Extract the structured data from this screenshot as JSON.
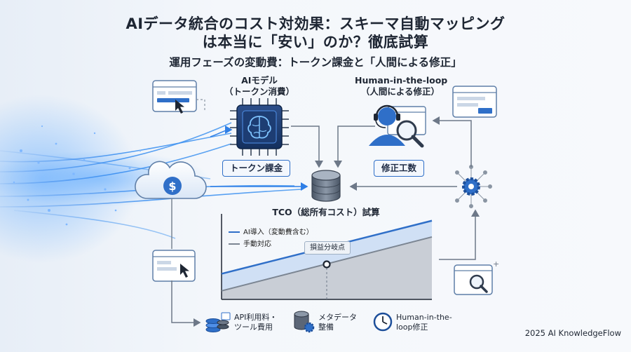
{
  "title_line1": "AIデータ統合のコスト対効果：スキーマ自動マッピング",
  "title_line2": "は本当に「安い」のか？徹底試算",
  "subtitle": "運用フェーズの変動費：トークン課金と「人間による修正」",
  "ai_model": {
    "line1": "AIモデル",
    "line2": "（トークン消費）",
    "chip": "トークン課金",
    "icon": "brain-chip-icon"
  },
  "human_loop": {
    "line1": "Human-in-the-loop",
    "line2": "（人間による修正）",
    "chip": "修正工数",
    "icon": "headset-operator-icon"
  },
  "tco_label": "TCO（総所有コスト）試算",
  "cloud_icon": "cloud-dollar-icon",
  "gear_icon": "gear-network-icon",
  "chart_data": {
    "type": "area",
    "series": [
      {
        "name": "AI導入（変動費含む）",
        "color": "#2f6fc8",
        "values": [
          0.3,
          0.92
        ]
      },
      {
        "name": "手動対応",
        "color": "#7b8592",
        "values": [
          0.1,
          0.73
        ]
      }
    ],
    "break_even_label": "損益分岐点",
    "axes_labeled": false
  },
  "footer": {
    "item1": {
      "line1": "API利用料・",
      "line2": "ツール費用",
      "icon": "coins-stack-icon"
    },
    "item2": {
      "line1": "メタデータ",
      "line2": "整備",
      "icon": "database-gear-icon"
    },
    "item3": {
      "line1": "Human-in-the-",
      "line2": "loop修正",
      "icon": "clock-icon"
    }
  },
  "brand": "2025 AI KnowledgeFlow"
}
